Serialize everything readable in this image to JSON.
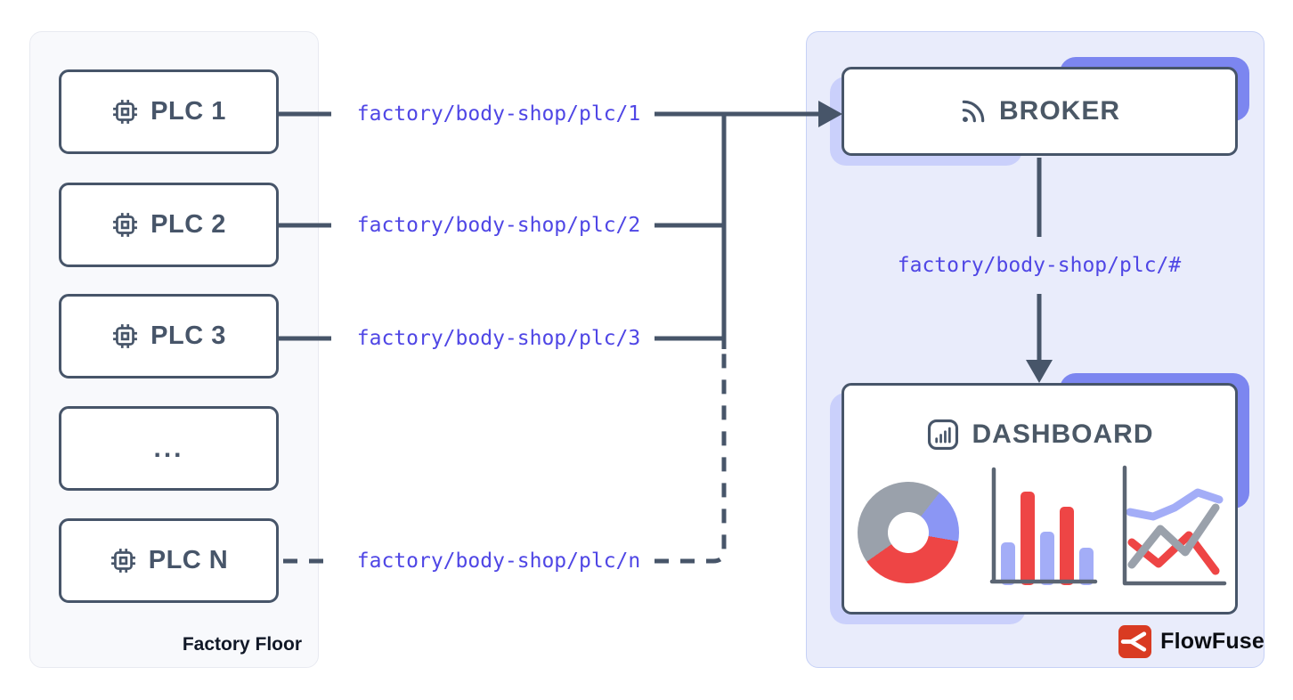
{
  "factory_panel": {
    "title": "Factory Floor",
    "plcs": [
      {
        "label": "PLC 1"
      },
      {
        "label": "PLC 2"
      },
      {
        "label": "PLC 3"
      },
      {
        "label": "..."
      },
      {
        "label": "PLC N"
      }
    ]
  },
  "topics": {
    "plc1": "factory/body-shop/plc/1",
    "plc2": "factory/body-shop/plc/2",
    "plc3": "factory/body-shop/plc/3",
    "plcn": "factory/body-shop/plc/n",
    "wildcard": "factory/body-shop/plc/#"
  },
  "broker": {
    "label": "BROKER"
  },
  "dashboard": {
    "label": "DASHBOARD"
  },
  "brand": {
    "label": "FlowFuse"
  },
  "icons": {
    "plc": "chip-icon",
    "broker": "rss-icon",
    "dashboard": "bar-chart-icon",
    "brand": "flowfuse-logo",
    "decorative_charts": [
      "donut-chart",
      "bar-chart",
      "line-chart"
    ]
  },
  "colors": {
    "line_slate": "#475569",
    "topic_indigo": "#4f46e5",
    "panel_factory_bg": "#f8f9fc",
    "panel_cloud_bg": "#e9ecfb",
    "shadow_dark_periwinkle": "#7c86f0",
    "shadow_light_periwinkle": "#cad0fb",
    "chart_blue": "#a3adf7",
    "chart_red": "#ee4545",
    "chart_gray": "#9aa1ab",
    "brand_red": "#d93b22"
  }
}
